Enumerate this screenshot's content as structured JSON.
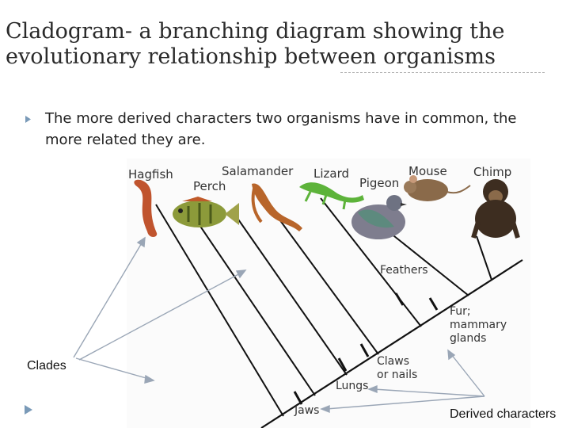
{
  "slide": {
    "title": "Cladogram- a branching diagram showing the evolutionary relationship between organisms",
    "bullet": "The more derived characters two organisms have in common, the more related they are."
  },
  "organisms": {
    "hagfish": "Hagfish",
    "perch": "Perch",
    "salamander": "Salamander",
    "lizard": "Lizard",
    "pigeon": "Pigeon",
    "mouse": "Mouse",
    "chimp": "Chimp"
  },
  "characters": {
    "feathers": "Feathers",
    "fur_1": "Fur;",
    "fur_2": "mammary",
    "fur_3": "glands",
    "claws_1": "Claws",
    "claws_2": "or nails",
    "lungs": "Lungs",
    "jaws": "Jaws"
  },
  "annotations": {
    "clades": "Clades",
    "derived": "Derived characters"
  },
  "colors": {
    "bullet": "#7a9ab8",
    "arrow": "#9aa6b6",
    "branch": "#111111",
    "hagfish": "#c0542e",
    "lizard": "#5db33a"
  }
}
